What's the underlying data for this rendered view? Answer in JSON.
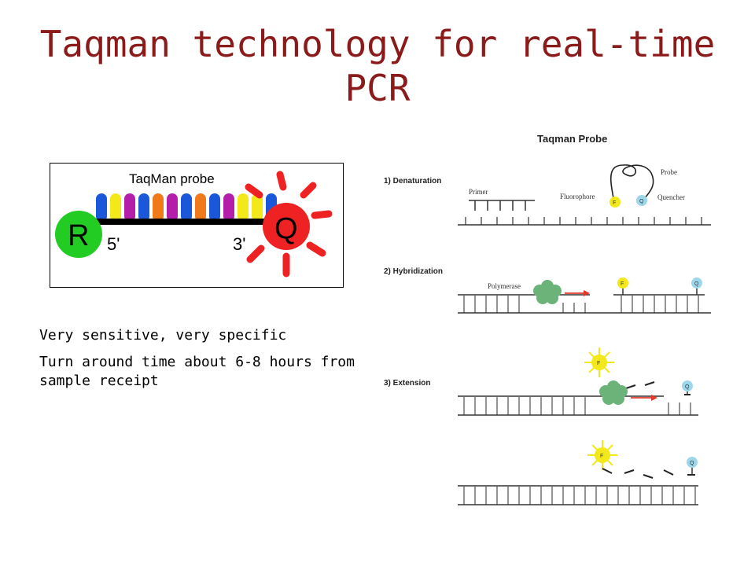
{
  "title": "Taqman technology for real-time PCR",
  "left_probe": {
    "label": "TaqMan probe",
    "reporter": "R",
    "quencher": "Q",
    "five_prime": "5'",
    "three_prime": "3'",
    "colors": {
      "reporter": "#22cc22",
      "quencher": "#ee2222",
      "bar": "#000000"
    }
  },
  "bullets": [
    "Very sensitive, very specific",
    "Turn around time about 6-8 hours from sample receipt"
  ],
  "scheme": {
    "header": "Taqman Probe",
    "steps": [
      "1) Denaturation",
      "2) Hybridization",
      "3) Extension"
    ],
    "labels": {
      "primer": "Primer",
      "fluorophore": "Fluorophore",
      "probe": "Probe",
      "quencher": "Quencher",
      "polymerase": "Polymerase",
      "f": "F",
      "q": "Q"
    }
  }
}
